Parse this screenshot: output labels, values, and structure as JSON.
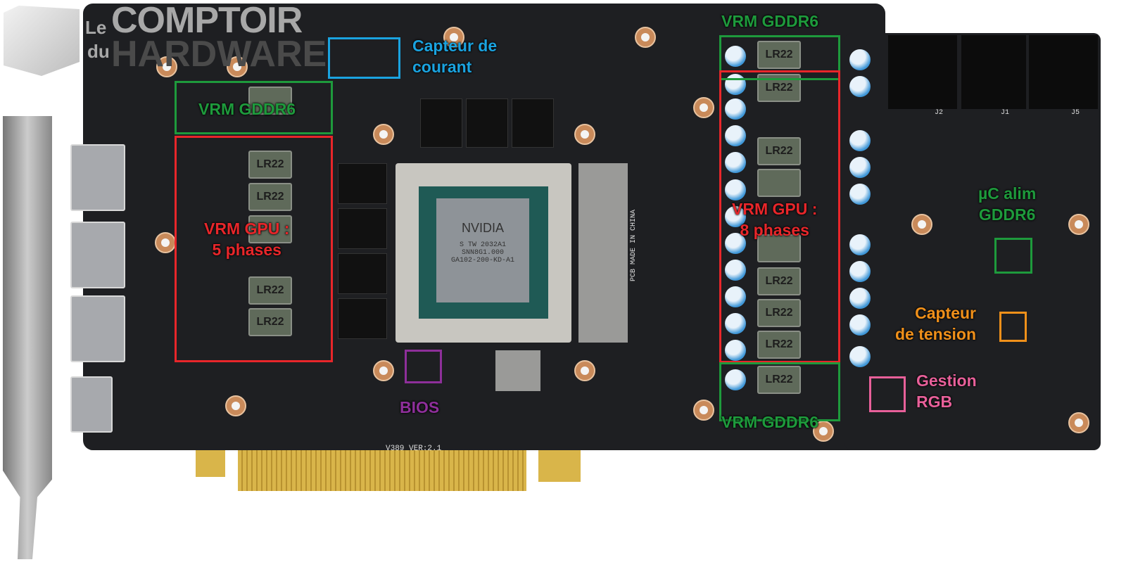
{
  "logo": {
    "le": "Le",
    "comptoir": "COMPTOIR",
    "du": "du",
    "hardware": "HARDWARE"
  },
  "annotations": {
    "current_sensor": [
      "Capteur de",
      "courant"
    ],
    "vrm_gddr6_left": "VRM GDDR6",
    "vrm_gpu_left": [
      "VRM GPU :",
      "5 phases"
    ],
    "bios": "BIOS",
    "vrm_gddr6_top": "VRM GDDR6",
    "vrm_gpu_right": [
      "VRM GPU :",
      "8 phases"
    ],
    "vrm_gddr6_bottom": "VRM GDDR6",
    "uc_gddr6": [
      "µC alim",
      "GDDR6"
    ],
    "voltage_sensor": [
      "Capteur",
      "de tension"
    ],
    "rgb": [
      "Gestion",
      "RGB"
    ]
  },
  "pcb_text": {
    "gpu_brand": "NVIDIA",
    "gpu_line1": "S TW 2032A1",
    "gpu_line2": "SNN8G1.000",
    "gpu_line3": "GA102-200-KD-A1",
    "version": "V389 VER:2.1",
    "made_in": "PCB MADE IN CHINA",
    "inductor": "LR22",
    "j2": "J2",
    "j1": "J1",
    "j5": "J5"
  },
  "colors": {
    "current": "#1aa3e0",
    "gddr6": "#1e9a3c",
    "gpu": "#e8262a",
    "bios": "#8e2f9a",
    "voltage": "#f0901a",
    "rgb": "#e8609a"
  }
}
